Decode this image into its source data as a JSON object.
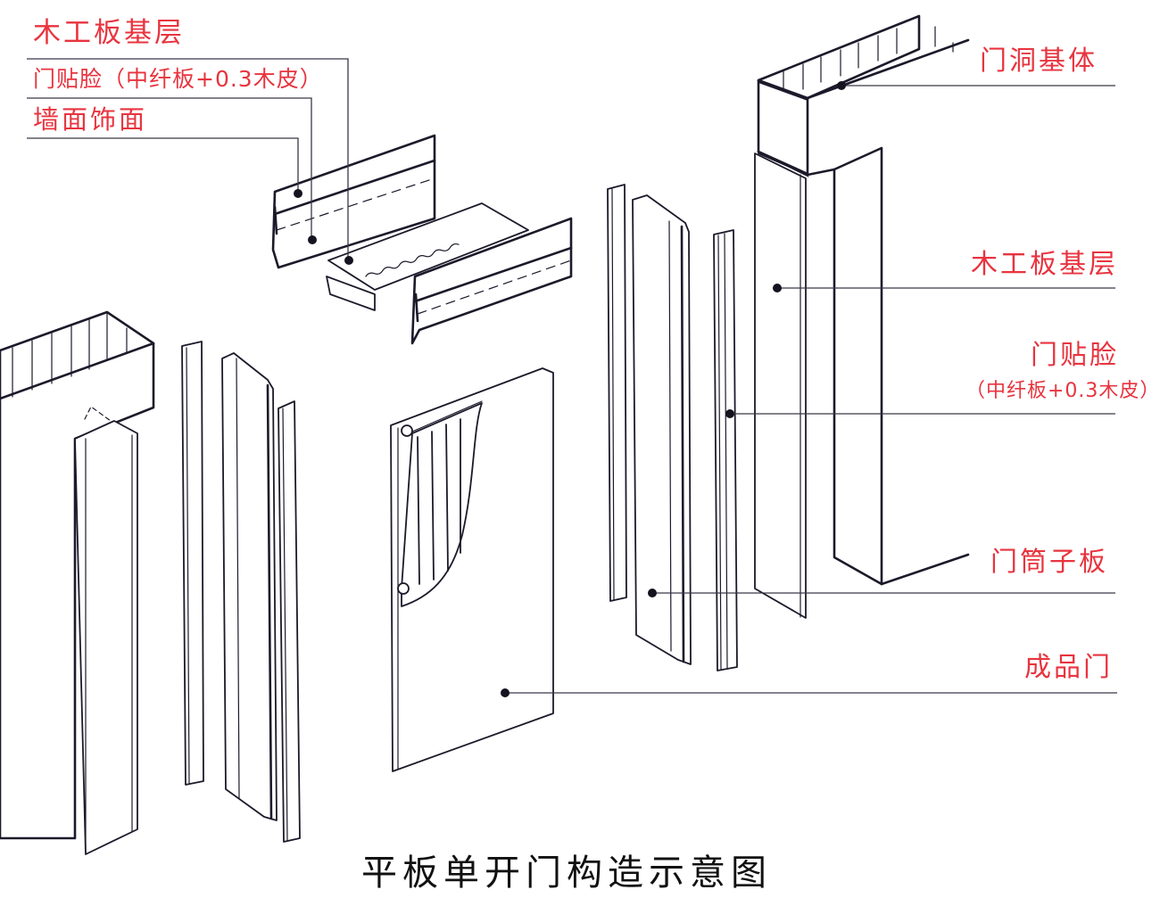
{
  "diagram": {
    "title": "平板单开门构造示意图",
    "label_color": "#e8343f",
    "line_color": "#1c1a2a",
    "labels_top_left": [
      {
        "id": "wood-base-left",
        "text": "木工板基层"
      },
      {
        "id": "door-face-left",
        "text": "门贴脸（中纤板+0.3木皮）"
      },
      {
        "id": "wall-finish",
        "text": "墙面饰面"
      }
    ],
    "labels_right": [
      {
        "id": "door-opening-base",
        "text": "门洞基体"
      },
      {
        "id": "wood-base-right",
        "text": "木工板基层"
      },
      {
        "id": "door-face-right",
        "text": "门贴脸"
      },
      {
        "id": "door-face-right-note",
        "text": "（中纤板+0.3木皮）"
      },
      {
        "id": "door-jamb-board",
        "text": "门筒子板"
      },
      {
        "id": "finished-door",
        "text": "成品门"
      }
    ],
    "components": [
      "门洞基体 (door opening masonry, hatched section)",
      "木工板基层 (blockboard base layer)",
      "门贴脸 (door casing: MDF + 0.3mm veneer)",
      "门筒子板 (door jamb lining board)",
      "墙面饰面 (wall finish)",
      "成品门 (finished door leaf)"
    ]
  }
}
